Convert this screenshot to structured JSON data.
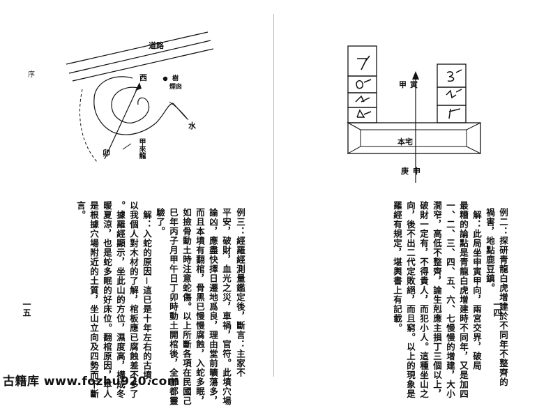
{
  "left_page": {
    "page_number": "一五",
    "corner_mark": "序",
    "diagram": {
      "road_label": "道路",
      "tree_label": "樹",
      "chimney_label": "煙囪",
      "west_label": "西",
      "water_label": "水",
      "mao_label": "卯",
      "jialai_label": "甲來龍"
    },
    "columns": [
      "例三：經羅經測量鑑定後，斷言：主家不",
      "平安，破財，血光之災，車禍，官符。此墳穴場",
      "論凶，應盡快擇日遷地爲良，理由堂前曠蕩多，",
      "而且本墳有翻棺，骨黑已慢慢腐蝕，入蛇多眠，",
      "如撿骨動土時注意蛇傷。以上所斷各項在民國己",
      "巳年丙子月甲午日丁卯時動土開棺後，全部都靈",
      "驗了。",
      "　解：入蛇的原因－這已是十年左右的古墳，",
      "以我個人對木材的了解，棺板應已腐蝕差不多了",
      "。據羅經顯示，坐此山的方位，濕度高，構成冬",
      "暖夏涼，也是蛇多眠的好床位。翻棺原因，本人",
      "是根據穴場附近的土質，坐山立向及四勢而下斷",
      "言。"
    ]
  },
  "right_page": {
    "page_number": "一四",
    "diagram": {
      "jia_label": "甲",
      "yin_label": "寅",
      "house_label": "本宅",
      "geng_label": "庚",
      "shen_label": "申"
    },
    "columns": [
      "例二：探研青龍白虎增建於不同年不整齊的",
      "禍害，地點鹿豆鎮。",
      "　解：此局坐申寅甲向，兩宮交界，破局",
      "最糟的論點是青龍白虎增建時不同年，又是加四",
      "一、二、三、四、五、六、七慢慢的增建，大小",
      "澗窄，高低不整齊，論生剋應主損丁三個以上，",
      "破財一定有，不得貴人，而犯小人。這種坐山之",
      "向，後不出二代定敗絕，而且窮。以上的現象是",
      "羅經有規定，堪輿書上有記載。"
    ]
  },
  "watermark": {
    "site_name": "古籍库",
    "url": "www.fozhu920.com"
  }
}
